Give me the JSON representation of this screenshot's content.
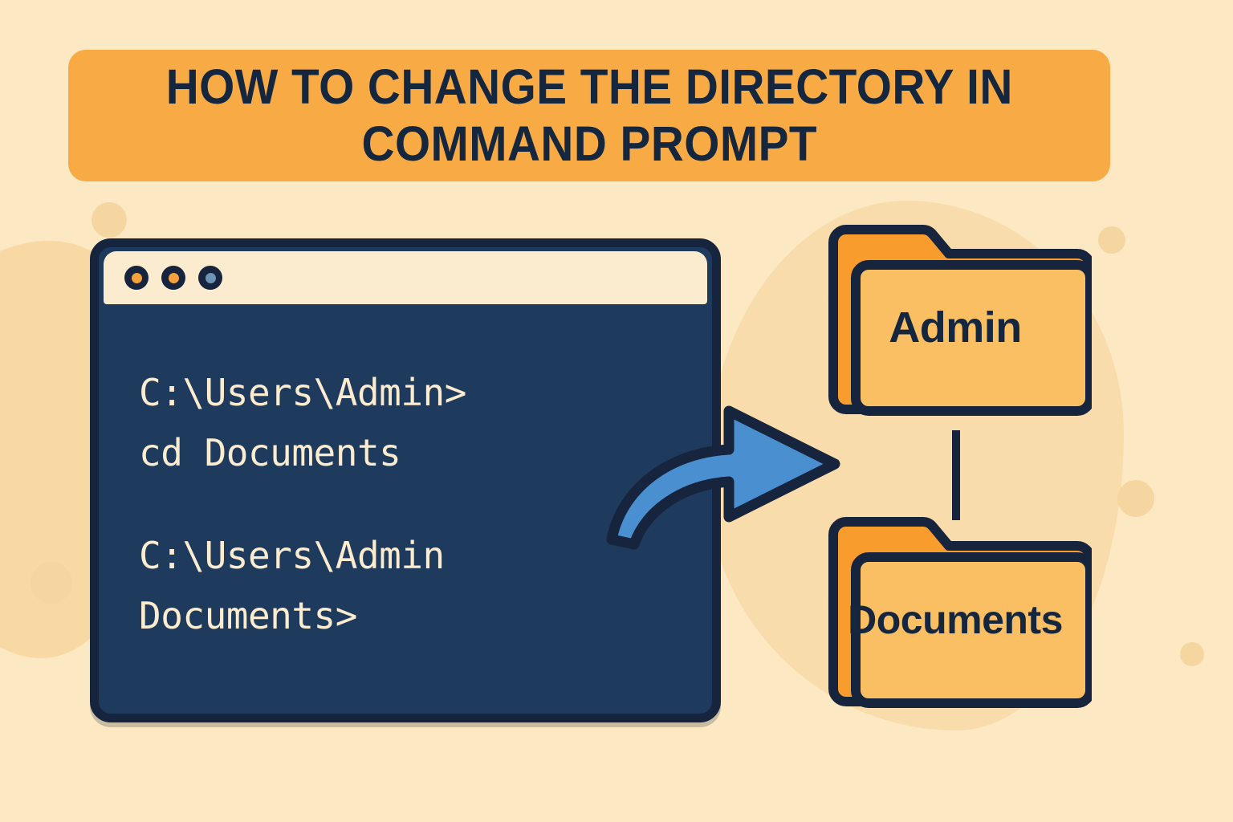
{
  "page": {
    "background_color": "#FCE8C3",
    "accent_orange": "#F8AA45",
    "folder_orange": "#FBBF63",
    "folder_tab_orange": "#F89C2E",
    "navy": "#16243D",
    "terminal_bg": "#1E3A5C",
    "terminal_text_color": "#FBEBCF",
    "arrow_blue": "#4A90D0"
  },
  "header": {
    "title": "How to Change the Directory in Command Prompt",
    "title_line_1": "HOW TO CHANGE THE DIRECTORY IN",
    "title_line_2": "COMMAND PROMPT"
  },
  "terminal": {
    "titlebar": {
      "dots": [
        {
          "name": "window-dot-close",
          "color": "#F5A13C"
        },
        {
          "name": "window-dot-minimize",
          "color": "#F5A13C"
        },
        {
          "name": "window-dot-maximize",
          "color": "#6F93B5"
        }
      ]
    },
    "lines": [
      "C:\\Users\\Admin>",
      "cd Documents",
      "",
      "C:\\Users\\Admin",
      "Documents>"
    ],
    "prompt_before": "C:\\Users\\Admin>",
    "command": "cd Documents",
    "prompt_after_line_1": "C:\\Users\\Admin",
    "prompt_after_line_2": "Documents>"
  },
  "diagram": {
    "arrow_label": "change-directory-arrow",
    "folders": [
      {
        "name": "Admin"
      },
      {
        "name": "Documents"
      }
    ]
  }
}
